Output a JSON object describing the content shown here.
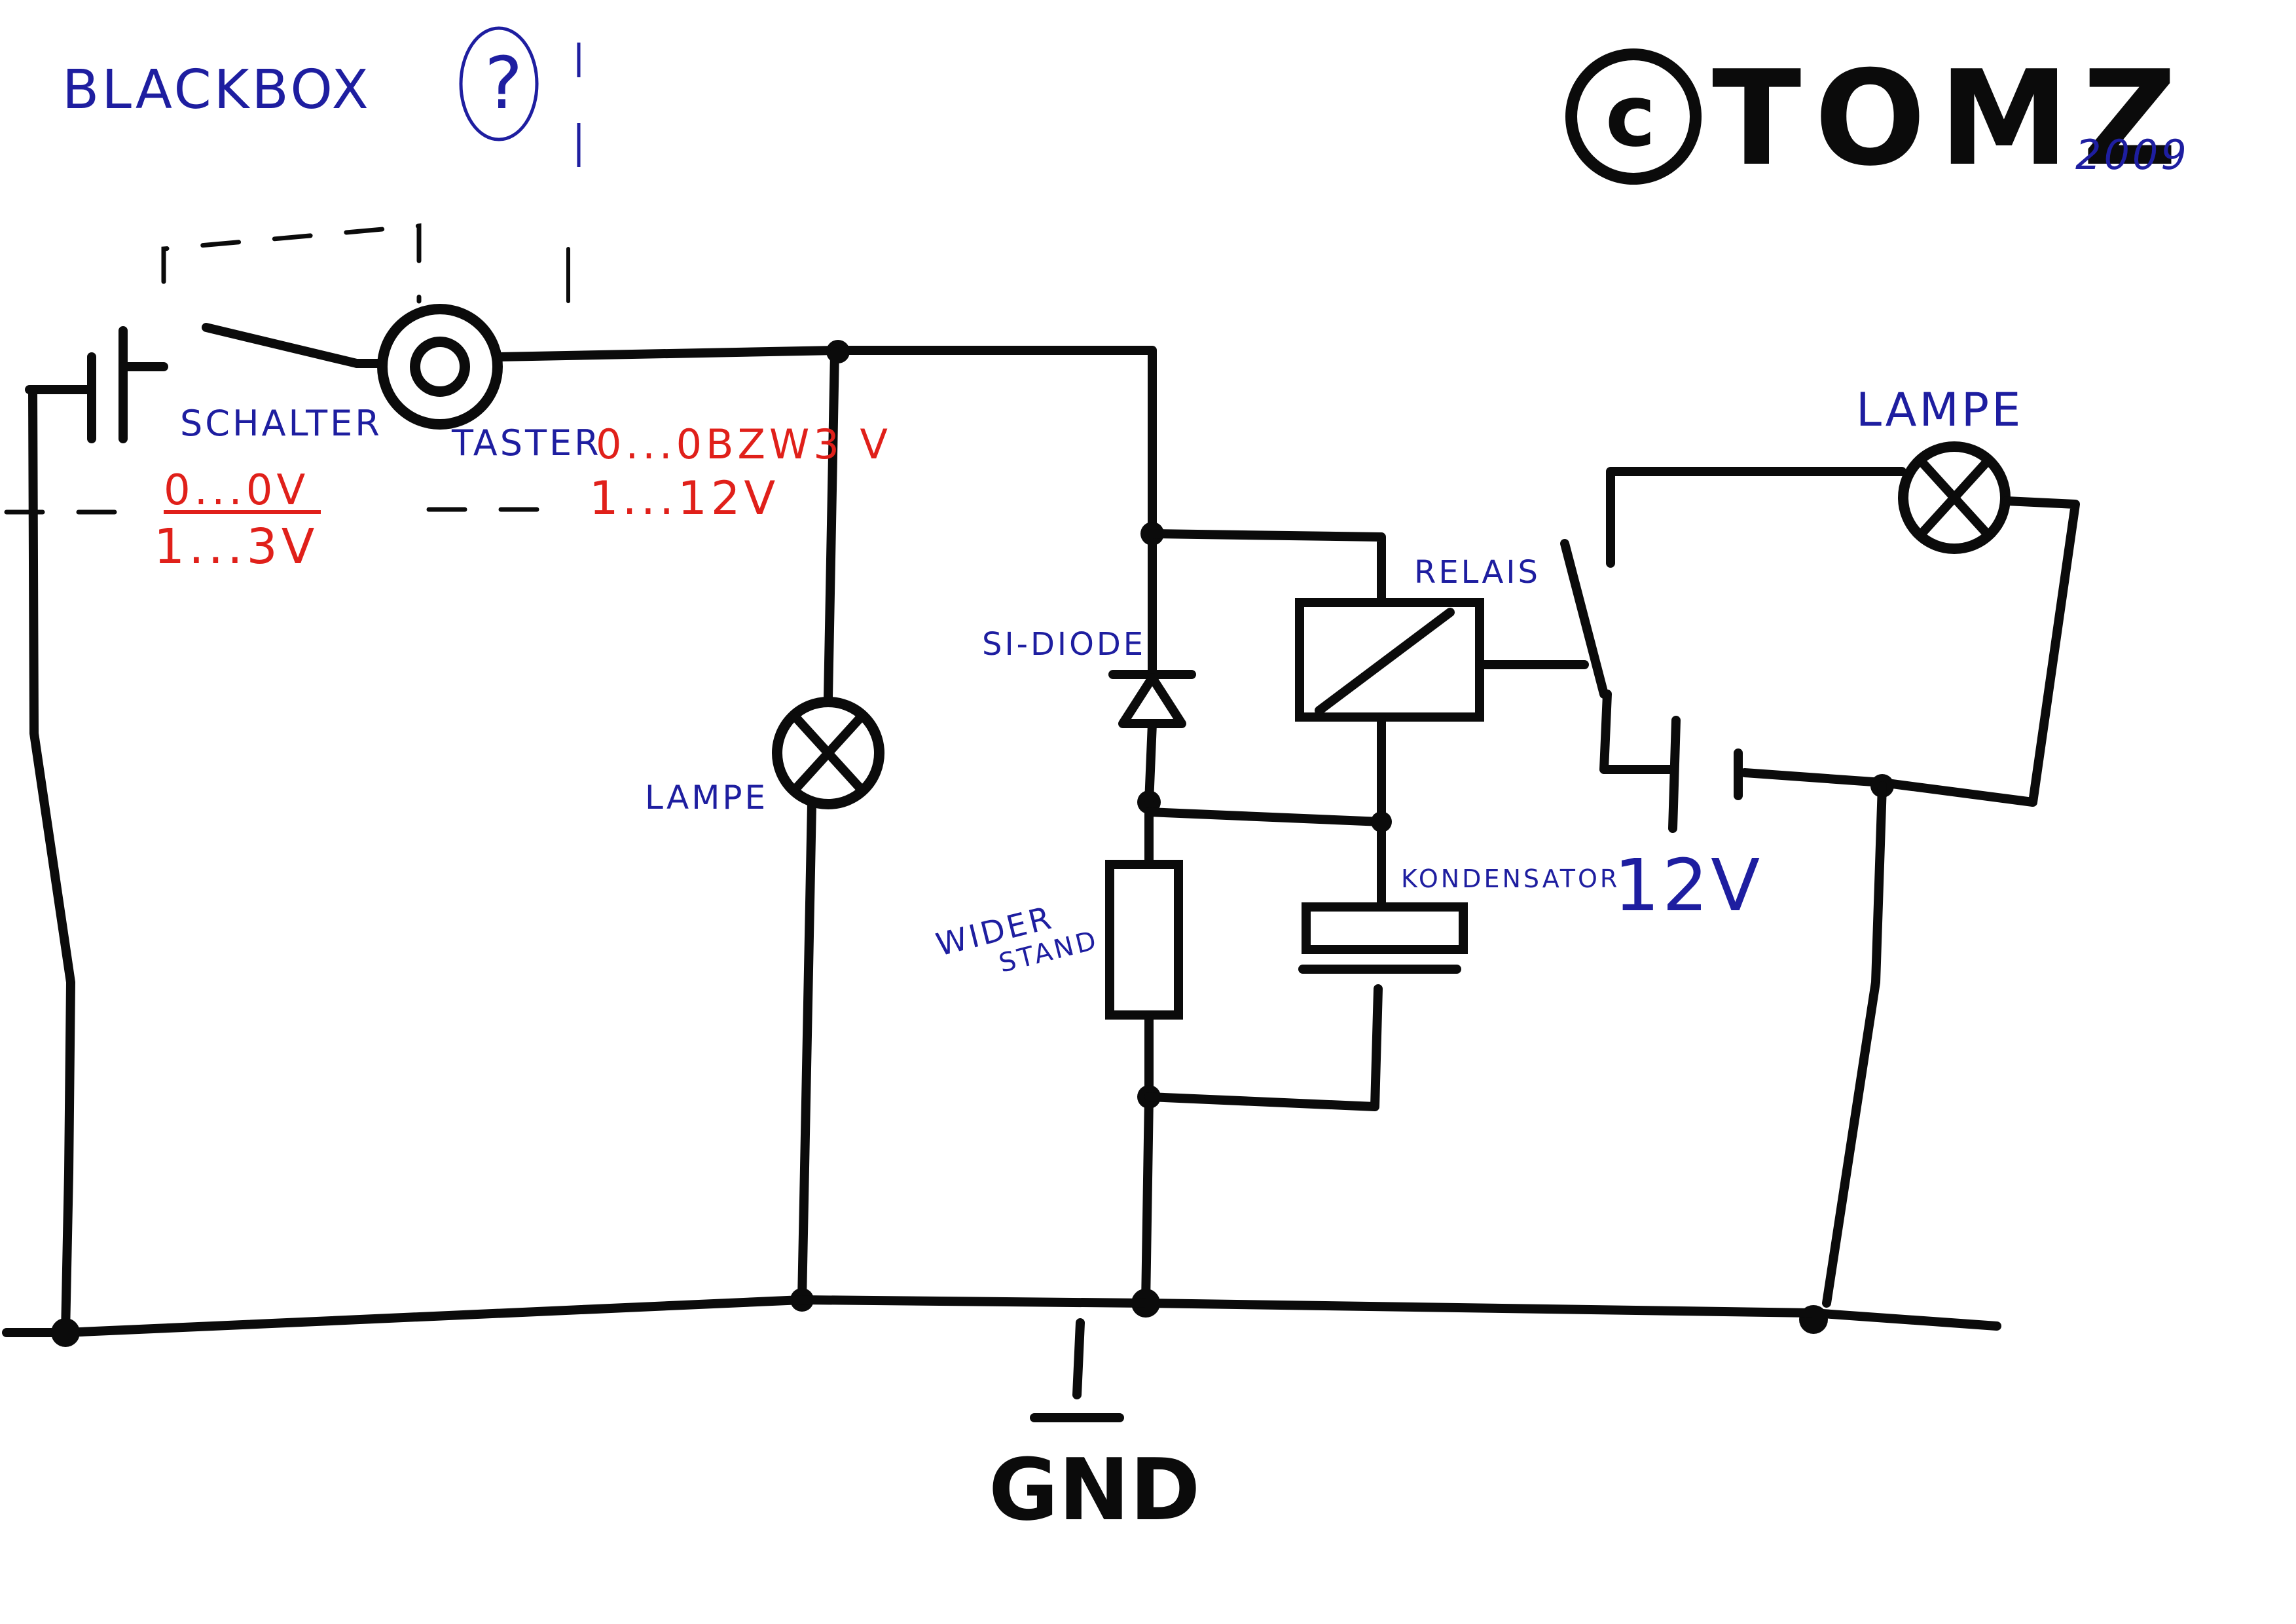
{
  "header": {
    "title": "BLACKBOX",
    "question_mark": "?",
    "copyright_symbol": "c",
    "author": "TOMZ",
    "year": "2009"
  },
  "labels": {
    "schalter": "SCHALTER",
    "taster": "TASTER",
    "schalter_off": "0...0V",
    "schalter_on": "1...3V",
    "taster_off": "0...0BZW3 V",
    "taster_on": "1...12V",
    "lampe_left": "LAMPE",
    "si_diode": "SI-DIODE",
    "relais": "RELAIS",
    "kondensator": "KONDENSATOR",
    "widerstand_line1": "WIDER",
    "widerstand_line2": "STAND",
    "lampe_right": "LAMPE",
    "battery_voltage": "12V",
    "ground": "GND"
  },
  "colors": {
    "ink": "#0b0b0b",
    "blue_annotation": "#1e1ea0",
    "red_annotation": "#e0201a"
  }
}
